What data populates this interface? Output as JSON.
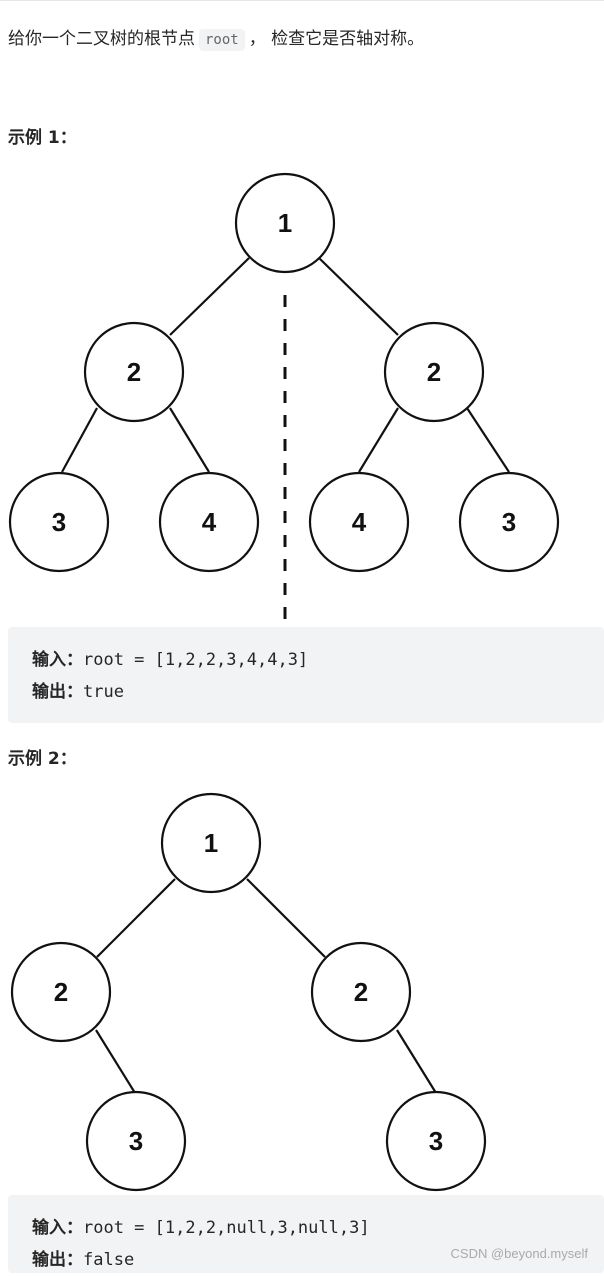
{
  "problem": {
    "text_before": "给你一个二叉树的根节点",
    "code": "root",
    "text_after": "， 检查它是否轴对称。"
  },
  "examples": [
    {
      "heading": "示例 1：",
      "tree_nodes": [
        "1",
        "2",
        "2",
        "3",
        "4",
        "4",
        "3"
      ],
      "input_label": "输入：",
      "input_value": "root = [1,2,2,3,4,4,3]",
      "output_label": "输出：",
      "output_value": "true"
    },
    {
      "heading": "示例 2：",
      "tree_nodes": [
        "1",
        "2",
        "2",
        "3",
        "3"
      ],
      "input_label": "输入：",
      "input_value": "root = [1,2,2,null,3,null,3]",
      "output_label": "输出：",
      "output_value": "false"
    }
  ],
  "watermark": "CSDN @beyond.myself"
}
